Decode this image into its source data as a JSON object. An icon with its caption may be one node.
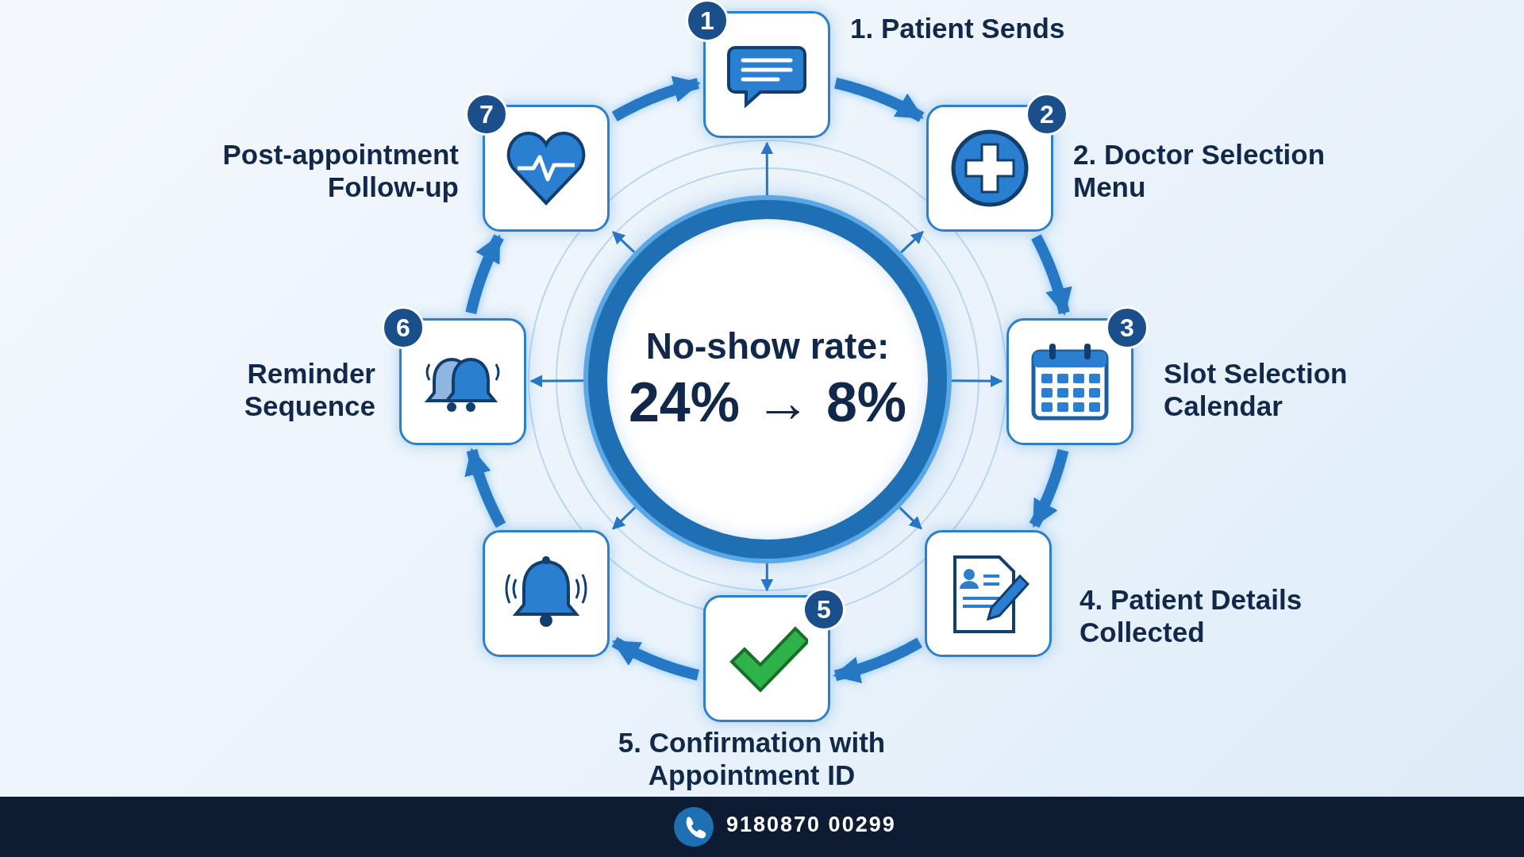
{
  "diagram": {
    "nodes": [
      {
        "text": [
          "No-show rate:",
          "24% → 8%"
        ]
      },
      {
        "text": [
          "1",
          "1. Patient Sends"
        ]
      },
      {
        "text": [
          "2",
          "2. Doctor Selection Menu"
        ]
      },
      {
        "text": [
          "3",
          "Slot Selection Calendar"
        ]
      },
      {
        "text": [
          "4. Patient Details Collected"
        ]
      },
      {
        "text": [
          "5",
          "5. Confirmation with Appointment ID"
        ]
      },
      {
        "text": [],
        "shape": "box"
      },
      {
        "text": [
          "6",
          "Reminder Sequence"
        ]
      },
      {
        "text": [
          "7",
          "Post-appointment Follow-up"
        ]
      }
    ],
    "edges": [
      {
        "from": 1,
        "to": 2,
        "arrow": "to",
        "style": "thick"
      },
      {
        "from": 2,
        "to": 3,
        "arrow": "to",
        "style": "thick"
      },
      {
        "from": 3,
        "to": 4,
        "arrow": "to",
        "style": "thick"
      },
      {
        "from": 4,
        "to": 5,
        "arrow": "to",
        "style": "thick"
      },
      {
        "from": 5,
        "to": 6,
        "arrow": "to",
        "style": "thick"
      },
      {
        "from": 6,
        "to": 7,
        "arrow": "to",
        "style": "thick"
      },
      {
        "from": 7,
        "to": 8,
        "arrow": "to",
        "style": "thick"
      },
      {
        "from": 8,
        "to": 1,
        "arrow": "to",
        "style": "thick"
      },
      {
        "from": 0,
        "to": 1,
        "arrow": "to"
      },
      {
        "from": 0,
        "to": 2,
        "arrow": "to"
      },
      {
        "from": 0,
        "to": 3,
        "arrow": "to"
      },
      {
        "from": 0,
        "to": 4,
        "arrow": "to"
      },
      {
        "from": 0,
        "to": 5,
        "arrow": "to"
      },
      {
        "from": 0,
        "to": 6,
        "arrow": "to"
      },
      {
        "from": 0,
        "to": 7,
        "arrow": "to"
      },
      {
        "from": 0,
        "to": 8,
        "arrow": "to"
      }
    ],
    "labels": [
      "9180870 00299"
    ]
  }
}
